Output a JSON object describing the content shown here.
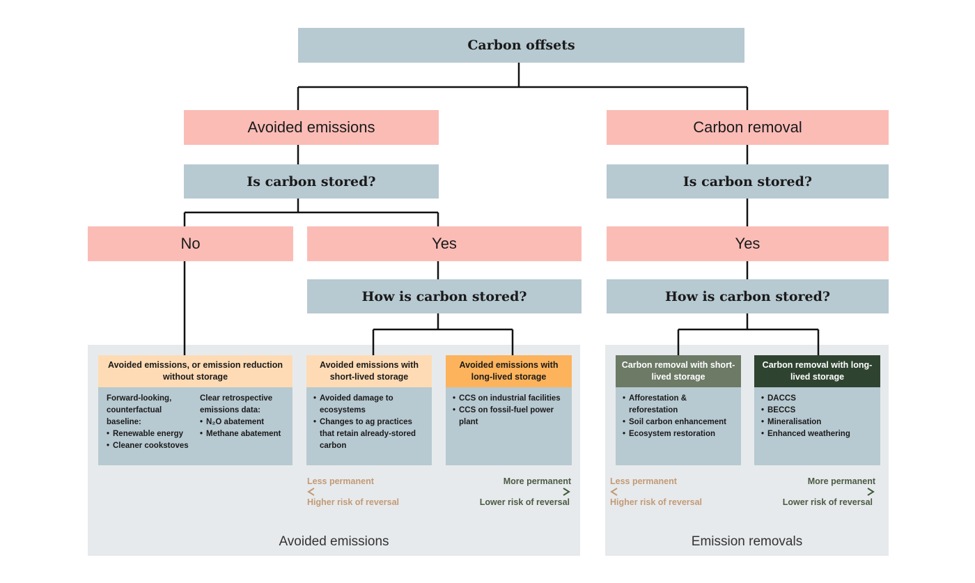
{
  "root": "Carbon offsets",
  "left": {
    "branch": "Avoided emissions",
    "question": "Is carbon stored?",
    "no": "No",
    "yes": "Yes",
    "how": "How is carbon stored?",
    "cards": [
      {
        "title": "Avoided emissions, or emission reduction without storage",
        "col1_intro": "Forward-looking, counterfactual baseline:",
        "col1_items": [
          "Renewable energy",
          "Cleaner cookstoves"
        ],
        "col2_intro": "Clear retrospective emissions data:",
        "col2_items": [
          "N₂O abatement",
          "Methane abatement"
        ],
        "color": "#fedbb4"
      },
      {
        "title": "Avoided emissions with short-lived storage",
        "items": [
          "Avoided damage to ecosystems",
          "Changes to ag practices that retain already-stored carbon"
        ],
        "color": "#fedbb4"
      },
      {
        "title": "Avoided emissions with long-lived storage",
        "items": [
          "CCS on industrial facilities",
          "CCS on fossil-fuel power plant"
        ],
        "color": "#fcb35b"
      }
    ],
    "scale": {
      "less": "Less permanent",
      "more": "More permanent",
      "higher": "Higher risk of reversal",
      "lower": "Lower risk of reversal"
    },
    "caption": "Avoided emissions"
  },
  "right": {
    "branch": "Carbon removal",
    "question": "Is carbon stored?",
    "yes": "Yes",
    "how": "How is carbon stored?",
    "cards": [
      {
        "title": "Carbon removal with short-lived storage",
        "items": [
          "Afforestation & reforestation",
          "Soil carbon enhancement",
          "Ecosystem restoration"
        ],
        "color": "#6c7a66"
      },
      {
        "title": "Carbon removal with long-lived storage",
        "items": [
          "DACCS",
          "BECCS",
          "Mineralisation",
          "Enhanced weathering"
        ],
        "color": "#2f4430"
      }
    ],
    "scale": {
      "less": "Less permanent",
      "more": "More permanent",
      "higher": "Higher risk of reversal",
      "lower": "Lower risk of reversal"
    },
    "caption": "Emission removals"
  },
  "colors": {
    "blue_box": "#b7c9d1",
    "pink_box": "#fbbcb6",
    "panel": "#e7eaec",
    "connector": "#111111"
  }
}
